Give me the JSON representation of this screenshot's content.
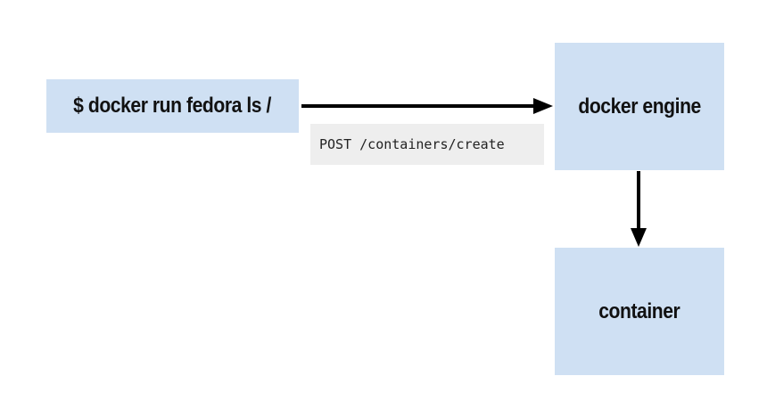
{
  "diagram": {
    "command": "$ docker run fedora ls /",
    "api_call": "POST /containers/create",
    "engine": "docker engine",
    "container": "container"
  },
  "colors": {
    "box_fill": "#cfe0f3",
    "label_fill": "#eeeeee",
    "arrow": "#000000"
  }
}
